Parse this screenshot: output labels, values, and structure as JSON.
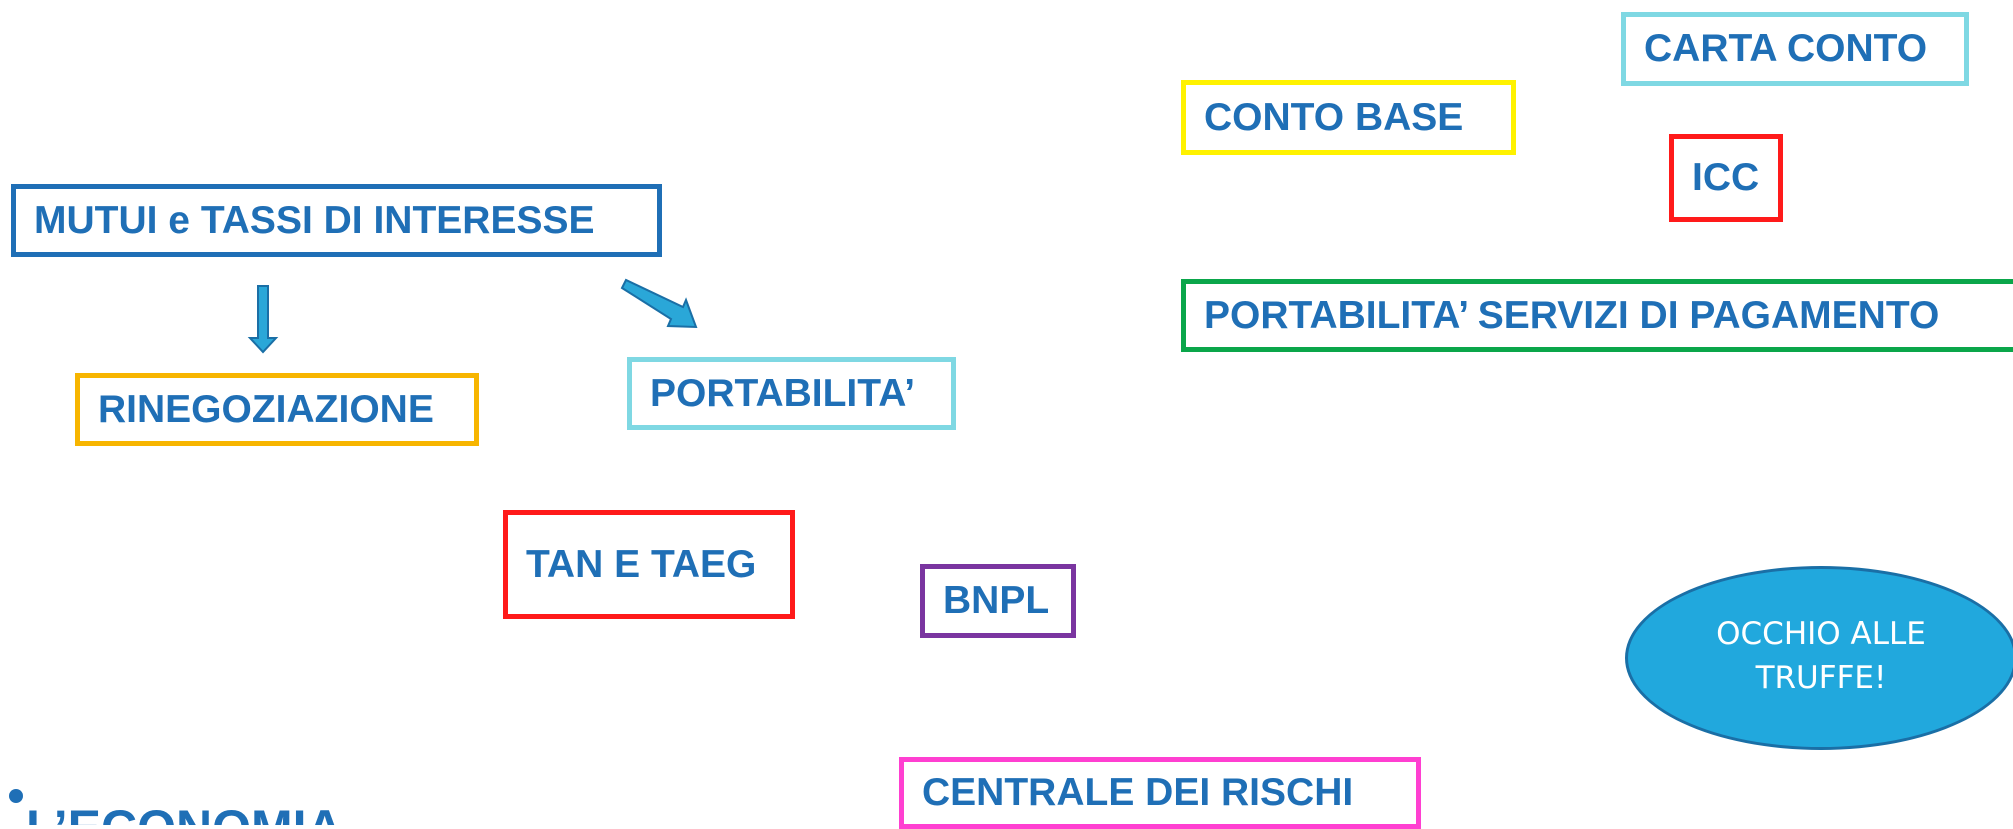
{
  "boxes": {
    "mutui": {
      "label": "MUTUI e TASSI DI INTERESSE",
      "border_color": "#1f6fb6"
    },
    "rinegoziazione": {
      "label": "RINEGOZIAZIONE",
      "border_color": "#f7b500"
    },
    "portabilita": {
      "label": "PORTABILITA’",
      "border_color": "#7fd8e3"
    },
    "tan_taeg": {
      "label": "TAN E TAEG",
      "border_color": "#ff1a1a"
    },
    "bnpl": {
      "label": "BNPL",
      "border_color": "#7a35a0"
    },
    "centrale_rischi": {
      "label": "CENTRALE DEI RISCHI",
      "border_color": "#ff3fd1"
    },
    "conto_base": {
      "label": "CONTO BASE",
      "border_color": "#fff200"
    },
    "carta_conto": {
      "label": "CARTA CONTO",
      "border_color": "#7fd8e3"
    },
    "icc": {
      "label": "ICC",
      "border_color": "#ff1a1a"
    },
    "portabilita_servizi": {
      "label": "PORTABILITA’ SERVIZI DI PAGAMENTO",
      "border_color": "#0aa64a"
    }
  },
  "callout": {
    "line1": "OCCHIO ALLE",
    "line2": "TRUFFE!",
    "fill_color": "#21a8dd"
  },
  "logo": {
    "text": "L’ECONOMIA"
  },
  "colors": {
    "text_blue": "#1f6fb6",
    "arrow_fill": "#2aa7d8",
    "arrow_stroke": "#1a6fa6"
  }
}
